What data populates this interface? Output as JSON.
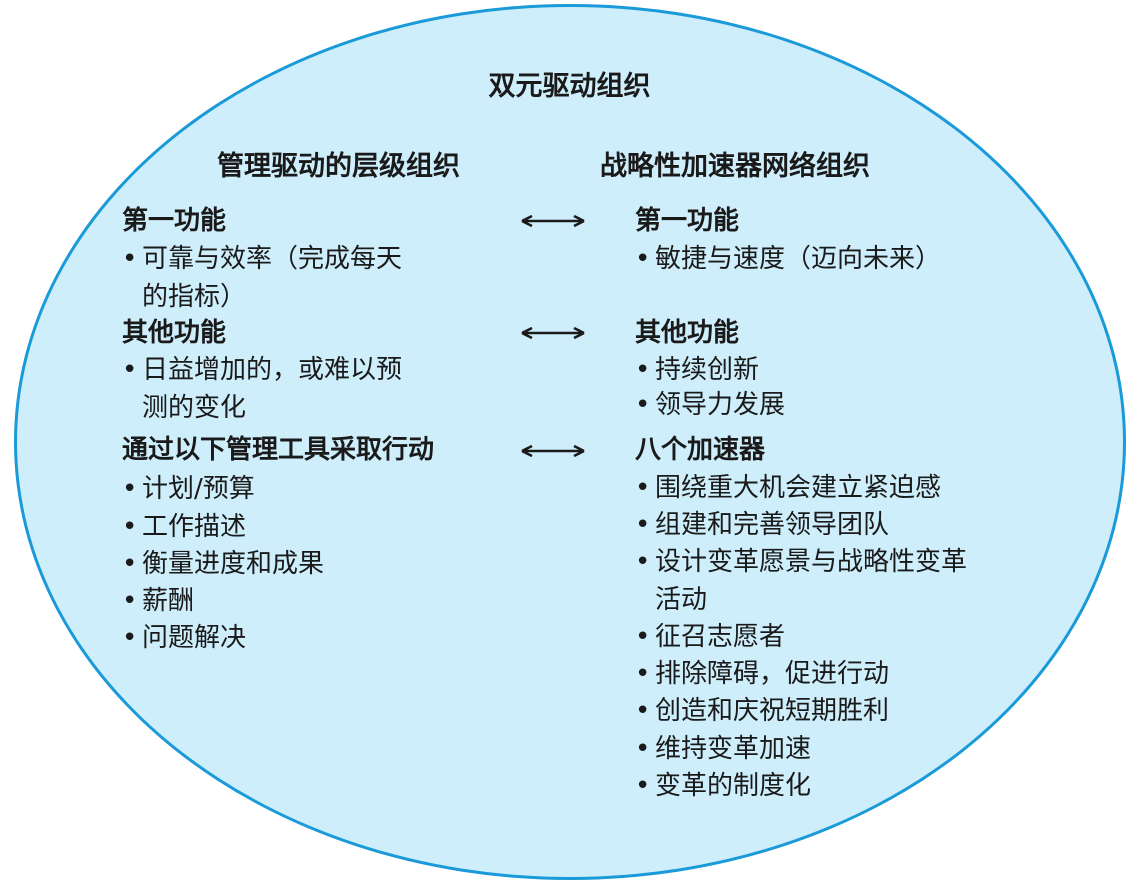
{
  "title": "双元驱动组织",
  "left": {
    "header": "管理驱动的层级组织",
    "primary_heading": "第一功能",
    "primary_items": [
      "可靠与效率（完成每天",
      "的指标）"
    ],
    "other_heading": "其他功能",
    "other_items": [
      "日益增加的，或难以预",
      "测的变化"
    ],
    "action_heading": "通过以下管理工具采取行动",
    "action_items": [
      "计划/预算",
      "工作描述",
      "衡量进度和成果",
      "薪酬",
      "问题解决"
    ]
  },
  "right": {
    "header": "战略性加速器网络组织",
    "primary_heading": "第一功能",
    "primary_items": [
      "敏捷与速度（迈向未来）"
    ],
    "other_heading": "其他功能",
    "other_items": [
      "持续创新",
      "领导力发展"
    ],
    "accelerators_heading": "八个加速器",
    "accelerators": [
      "围绕重大机会建立紧迫感",
      "组建和完善领导团队",
      "设计变革愿景与战略性变革",
      "活动",
      "征召志愿者",
      "排除障碍，促进行动",
      "创造和庆祝短期胜利",
      "维持变革加速",
      "变革的制度化"
    ]
  },
  "colors": {
    "fill": "#cdeefa",
    "border": "#1a9ad8"
  }
}
